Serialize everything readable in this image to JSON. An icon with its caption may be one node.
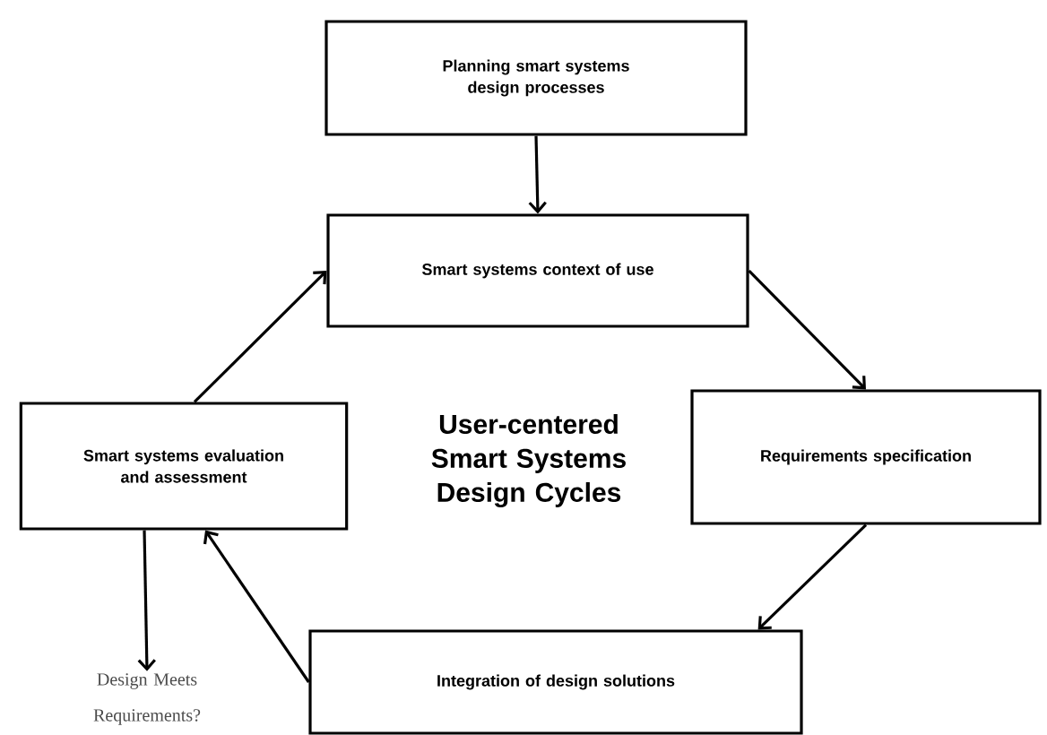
{
  "diagram": {
    "title": "User-centered Smart Systems Design Cycles",
    "nodes": [
      {
        "text": [
          "Planning smart systems design processes"
        ]
      },
      {
        "text": [
          "Smart systems context of use"
        ]
      },
      {
        "text": [
          "Requirements specification"
        ]
      },
      {
        "text": [
          "Integration of design solutions"
        ]
      },
      {
        "text": [
          "Smart systems evaluation and assessment"
        ]
      },
      {
        "text": [
          "Design Meets Requirements?"
        ]
      }
    ],
    "edges": [
      {
        "from": 0,
        "to": 1,
        "arrow": "to"
      },
      {
        "from": 1,
        "to": 2,
        "arrow": "to"
      },
      {
        "from": 2,
        "to": 3,
        "arrow": "to"
      },
      {
        "from": 3,
        "to": 4,
        "arrow": "to"
      },
      {
        "from": 4,
        "to": 1,
        "arrow": "to"
      },
      {
        "from": 4,
        "to": 5,
        "arrow": "to"
      }
    ]
  }
}
